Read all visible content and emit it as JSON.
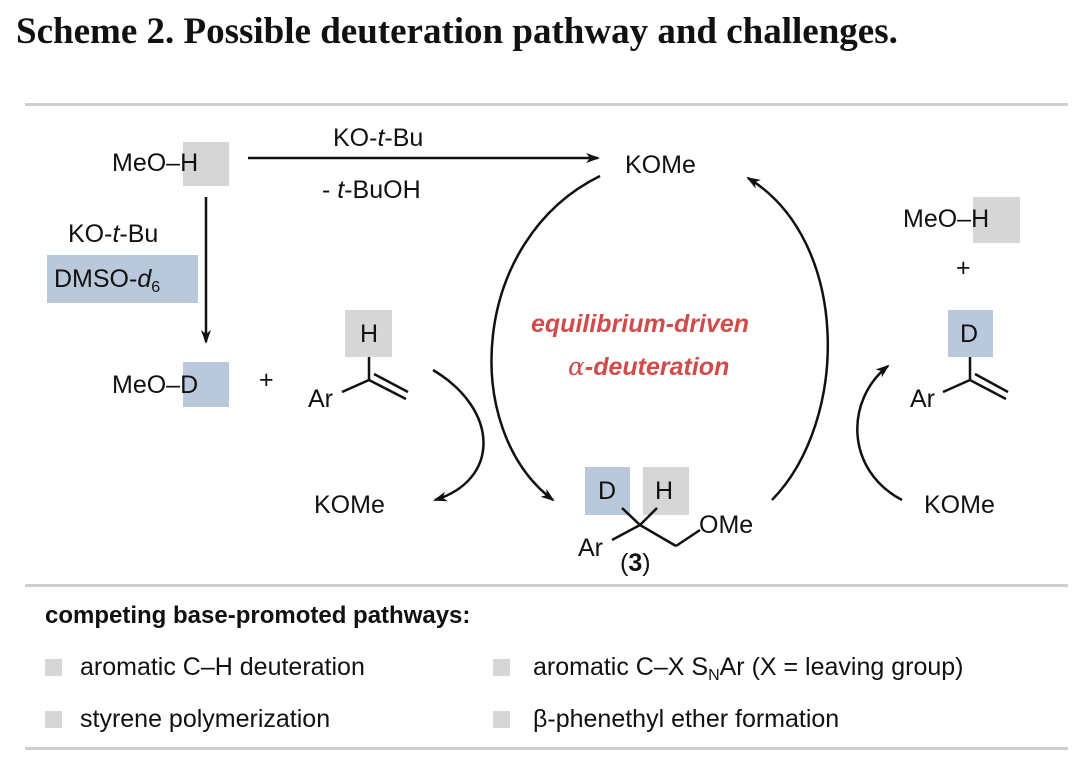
{
  "title": "Scheme 2. Possible deuteration pathway and challenges.",
  "scheme": {
    "reactant_meoh": "MeO–",
    "reactant_meoh_h": "H",
    "reagent_top": "KO-",
    "reagent_top_t": "t",
    "reagent_top_end": "-Bu",
    "byproduct_minus": "- ",
    "byproduct_t": "t",
    "byproduct_end": "-BuOH",
    "komethoxide_top": "KOMe",
    "reagent_left": "KO-",
    "reagent_left_t": "t",
    "reagent_left_end": "-Bu",
    "solvent": "DMSO-",
    "solvent_d": "d",
    "solvent_sub": "6",
    "meod": "MeO–",
    "meod_d": "D",
    "plus_left": "+",
    "styrene_h": "H",
    "styrene_ar": "Ar",
    "cycle_label_line1": "equilibrium-driven",
    "cycle_label_alpha": "α",
    "cycle_label_line2": "-deuteration",
    "komethoxide_left": "KOMe",
    "product_d": "D",
    "product_h": "H",
    "product_ar": "Ar",
    "product_ome": "OMe",
    "product_label_open": "(",
    "product_label_num": "3",
    "product_label_close": ")",
    "right_meoh": "MeO–",
    "right_meoh_h": "H",
    "plus_right": "+",
    "right_styrene_d": "D",
    "right_styrene_ar": "Ar",
    "komethoxide_right": "KOMe"
  },
  "pathways": {
    "heading": "competing base-promoted pathways:",
    "items": [
      {
        "label": "aromatic C–H deuteration"
      },
      {
        "label_pre": "aromatic C–X S",
        "label_sub": "N",
        "label_post": "Ar (X = leaving group)"
      },
      {
        "label": "styrene polymerization"
      },
      {
        "label": "β-phenethyl ether formation"
      }
    ]
  },
  "colors": {
    "highlight_h": "#d6d6d6",
    "highlight_d": "#b9c8da",
    "accent": "#d24a4a"
  }
}
